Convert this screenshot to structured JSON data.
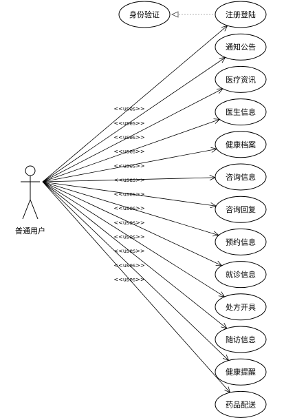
{
  "actor": {
    "label": "普通用户",
    "icon": "stick-figure-icon"
  },
  "auth_usecase": {
    "label": "身份验证"
  },
  "dependency": {
    "from": "注册登陆",
    "to": "身份验证",
    "style": "dashed-open-arrow"
  },
  "stereotype": "<<uses>>",
  "usecases": [
    {
      "label": "注册登陆"
    },
    {
      "label": "通知公告"
    },
    {
      "label": "医疗资讯"
    },
    {
      "label": "医生信息"
    },
    {
      "label": "健康档案"
    },
    {
      "label": "咨询信息"
    },
    {
      "label": "咨询回复"
    },
    {
      "label": "预约信息"
    },
    {
      "label": "就诊信息"
    },
    {
      "label": "处方开具"
    },
    {
      "label": "随访信息"
    },
    {
      "label": "健康提醒"
    },
    {
      "label": "药品配送"
    }
  ],
  "colors": {
    "stroke": "#000000",
    "dependency": "#9a9a9a",
    "background": "#ffffff"
  }
}
